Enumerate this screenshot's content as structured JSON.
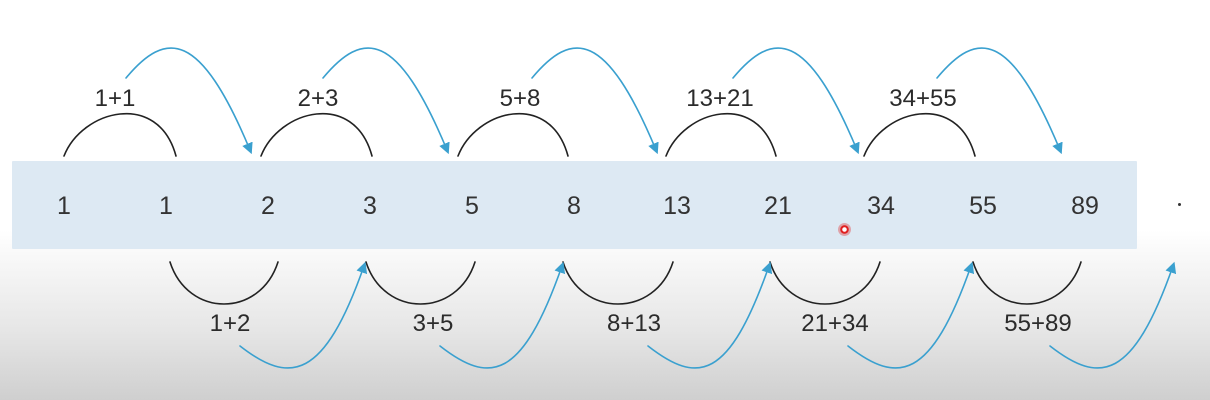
{
  "sequence": [
    "1",
    "1",
    "2",
    "3",
    "5",
    "8",
    "13",
    "21",
    "34",
    "55",
    "89"
  ],
  "trailing_mark": ".",
  "top_sums": [
    "1+1",
    "2+3",
    "5+8",
    "13+21",
    "34+55"
  ],
  "bottom_sums": [
    "1+2",
    "3+5",
    "8+13",
    "21+34",
    "55+89"
  ],
  "colors": {
    "strip": "#dde9f3",
    "black_arc": "#222222",
    "blue_arrow": "#3aa0cf"
  }
}
